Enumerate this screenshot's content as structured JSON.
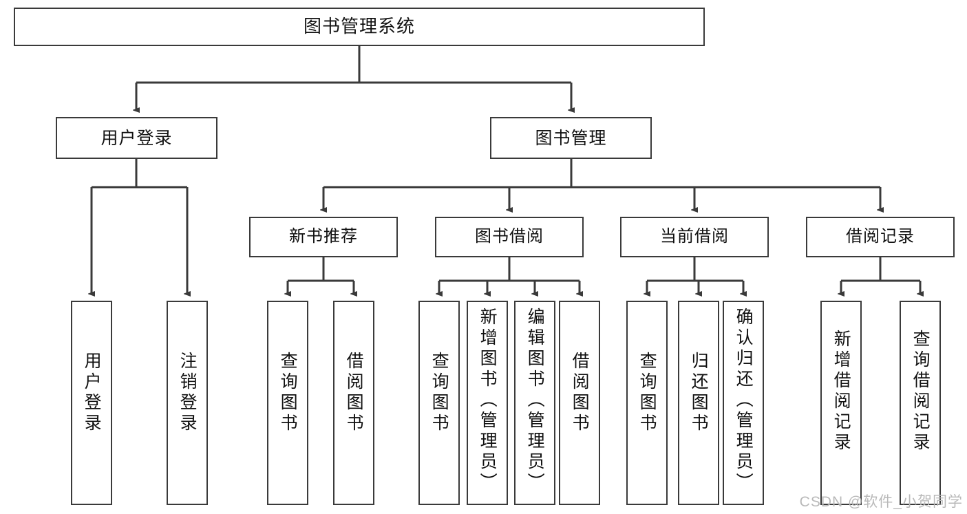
{
  "diagram": {
    "title": "图书管理系统",
    "type": "hierarchy-tree",
    "watermark": "CSDN @软件_小贺同学",
    "colors": {
      "box_border": "#3a3a3a",
      "box_fill": "#ffffff",
      "line": "#3a3a3a",
      "text": "#111111",
      "watermark": "#b9b9b9"
    }
  },
  "nodes": {
    "root": {
      "label": "图书管理系统"
    },
    "level1": [
      {
        "id": "user-login",
        "label": "用户登录"
      },
      {
        "id": "book-manage",
        "label": "图书管理"
      }
    ],
    "level2": [
      {
        "id": "new-book-recommend",
        "label": "新书推荐"
      },
      {
        "id": "book-borrow",
        "label": "图书借阅"
      },
      {
        "id": "current-borrow",
        "label": "当前借阅"
      },
      {
        "id": "borrow-record",
        "label": "借阅记录"
      }
    ],
    "leaves": {
      "user_login": [
        {
          "id": "leaf-user-login",
          "label": "用户登录"
        },
        {
          "id": "leaf-logout",
          "label": "注销登录"
        }
      ],
      "new_book_recommend": [
        {
          "id": "leaf-query-book-1",
          "label": "查询图书"
        },
        {
          "id": "leaf-borrow-book-1",
          "label": "借阅图书"
        }
      ],
      "book_borrow": [
        {
          "id": "leaf-query-book-2",
          "label": "查询图书"
        },
        {
          "id": "leaf-add-book",
          "label": "新增图书（管理员）"
        },
        {
          "id": "leaf-edit-book",
          "label": "编辑图书（管理员）"
        },
        {
          "id": "leaf-borrow-book-2",
          "label": "借阅图书"
        }
      ],
      "current_borrow": [
        {
          "id": "leaf-query-book-3",
          "label": "查询图书"
        },
        {
          "id": "leaf-return-book",
          "label": "归还图书"
        },
        {
          "id": "leaf-confirm-return",
          "label": "确认归还（管理员）"
        }
      ],
      "borrow_record": [
        {
          "id": "leaf-add-record",
          "label": "新增借阅记录"
        },
        {
          "id": "leaf-query-record",
          "label": "查询借阅记录"
        }
      ]
    }
  }
}
